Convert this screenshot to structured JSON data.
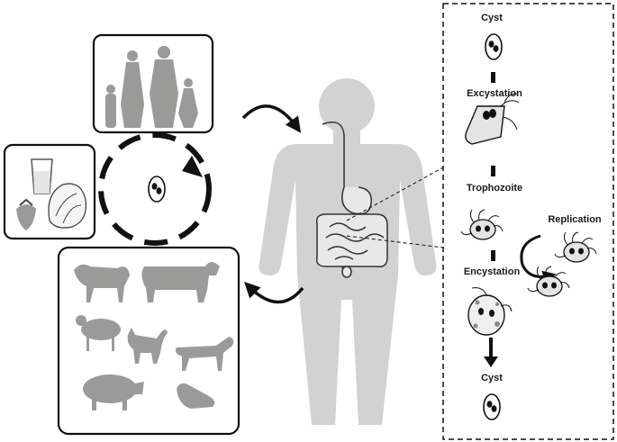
{
  "lifecycle": {
    "stages": {
      "cyst_top": "Cyst",
      "excystation": "Excystation",
      "trophozoite": "Trophozoite",
      "replication": "Replication",
      "encystation": "Encystation",
      "cyst_bottom": "Cyst"
    }
  },
  "colors": {
    "silhouette": "#9a9a98",
    "body": "#d2d2d2",
    "stroke": "#111111",
    "organ": "#e8e8e8"
  },
  "icons": {
    "humans_panel": "family-icon",
    "food_water_panel": "food-water-icon",
    "animals_panel": "animals-icon",
    "cyst": "cyst-icon",
    "trophozoite": "trophozoite-icon"
  }
}
